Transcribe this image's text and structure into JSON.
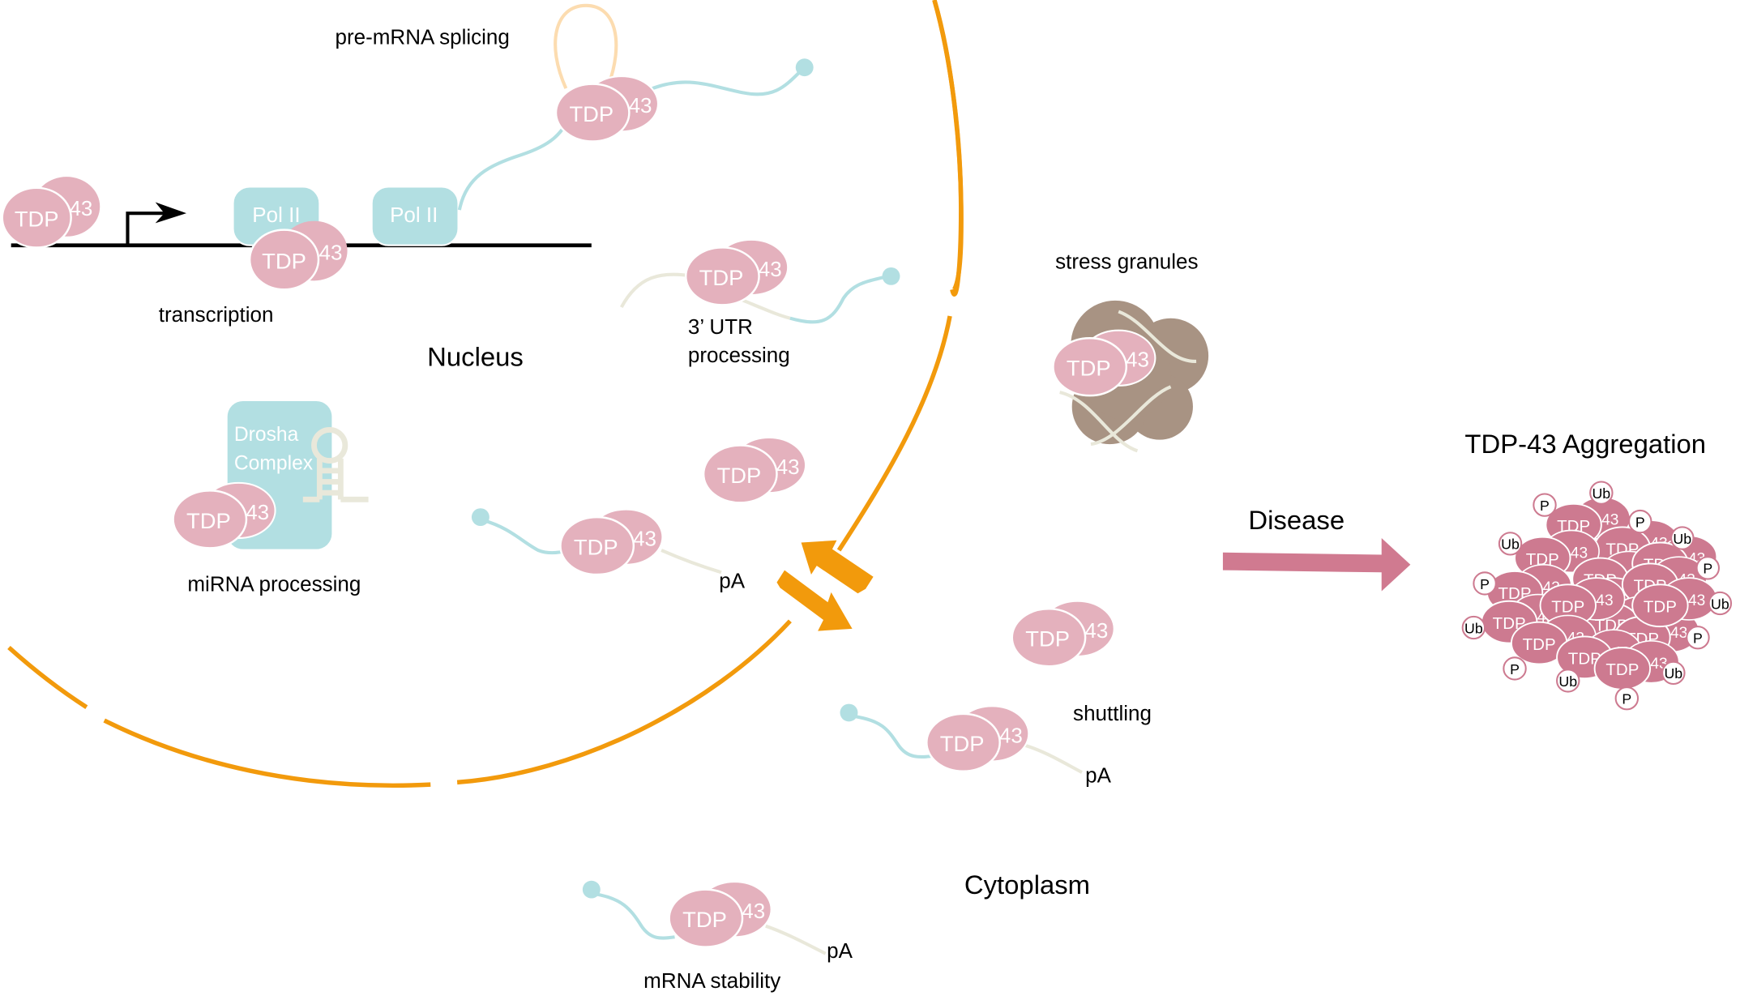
{
  "figure": {
    "title": "TDP-43 functions and aggregation",
    "compartments": {
      "nucleus": "Nucleus",
      "cytoplasm": "Cytoplasm"
    },
    "process_labels": {
      "splicing": "pre-mRNA splicing",
      "transcription": "transcription",
      "utr": "3’ UTR",
      "utr2": "processing",
      "mirna": "miRNA processing",
      "stress": "stress granules",
      "shuttling": "shuttling",
      "stability": "mRNA stability",
      "disease": "Disease",
      "aggregation": "TDP-43 Aggregation"
    },
    "protein_labels": {
      "tdp": "TDP",
      "num": "43",
      "pol": "Pol II",
      "drosha1": "Drosha",
      "drosha2": "Complex",
      "polyA": "pA",
      "phospho": "P",
      "ubiquitin": "Ub"
    },
    "colors": {
      "membrane": "#f29a0c",
      "tdp": "#e4b1bd",
      "tdp_aggregate": "#cd7a90",
      "pol": "#b2dfe2",
      "rna_blue": "#b2dfe2",
      "rna_beige": "#e9e8da",
      "intron": "#fcdcb0",
      "granule": "#a89383",
      "disease_arrow": "#d07a90",
      "dna": "#000000"
    }
  }
}
